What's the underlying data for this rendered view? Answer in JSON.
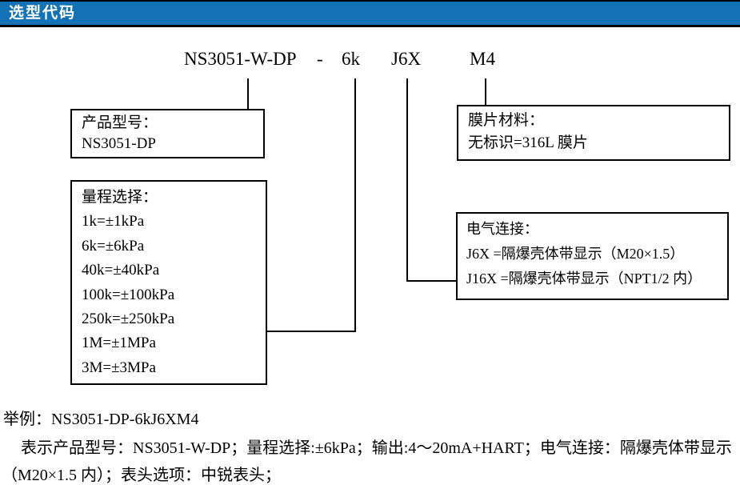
{
  "header": {
    "title": "选型代码"
  },
  "colors": {
    "header_bg": "#1272B5",
    "header_text": "#FFFFFF",
    "line_color": "#000000"
  },
  "code_line": {
    "model": "NS3051-W-DP",
    "dash": "-",
    "range": "6k",
    "electrical": "J6X",
    "display": "M4"
  },
  "boxes": {
    "product": {
      "title": "产品型号：",
      "lines": [
        "NS3051-DP"
      ]
    },
    "range": {
      "title": "量程选择：",
      "lines": [
        "1k=±1kPa",
        "6k=±6kPa",
        "40k=±40kPa",
        "100k=±100kPa",
        "250k=±250kPa",
        "1M=±1MPa",
        "3M=±3MPa"
      ]
    },
    "diaphragm": {
      "title": "膜片材料：",
      "lines": [
        "无标识=316L 膜片"
      ]
    },
    "electrical": {
      "title": "电气连接：",
      "lines": [
        "J6X =隔爆壳体带显示（M20×1.5）",
        "J16X =隔爆壳体带显示（NPT1/2 内）"
      ]
    }
  },
  "example": {
    "line1": "举例：NS3051-DP-6kJ6XM4",
    "line2": "表示产品型号：NS3051-W-DP；量程选择:±6kPa；输出:4～20mA+HART；电气连接：隔爆壳体带显示",
    "line3": "（M20×1.5 内）；表头选项：中锐表头；"
  }
}
